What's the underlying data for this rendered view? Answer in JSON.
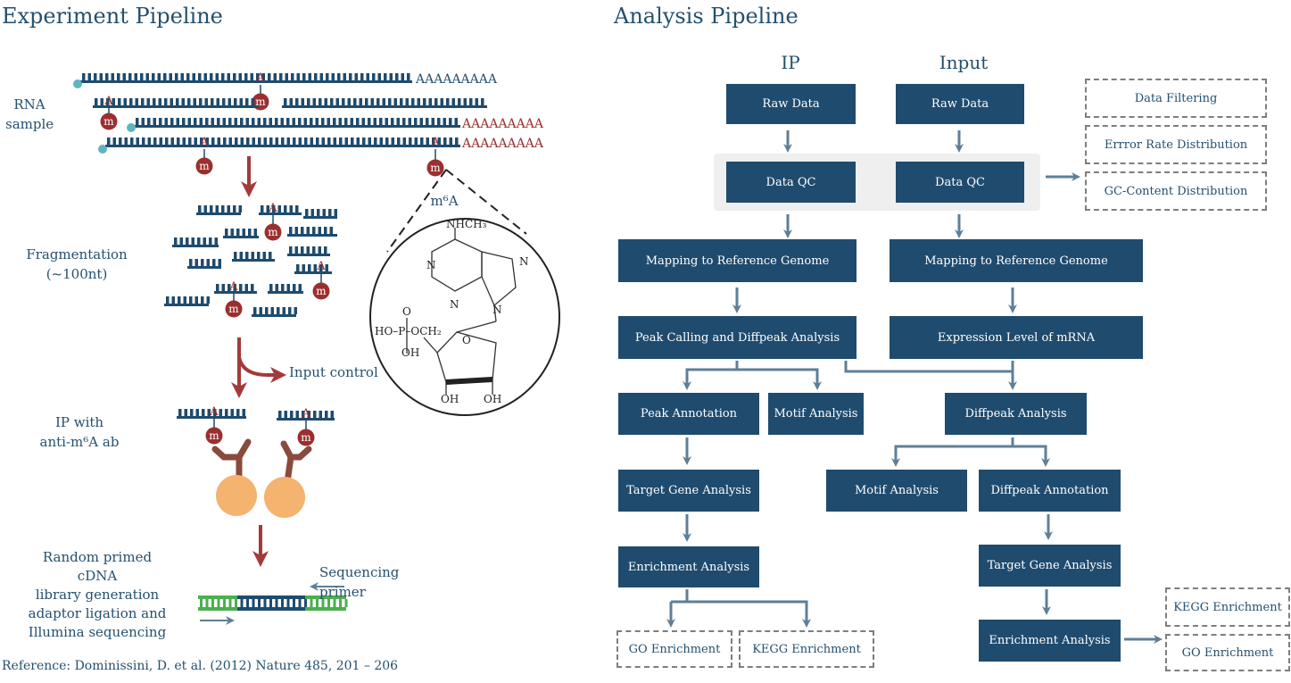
{
  "titles": {
    "experiment": "Experiment Pipeline",
    "analysis": "Analysis Pipeline"
  },
  "experiment": {
    "rna_sample": "RNA\nsample",
    "fragmentation": "Fragmentation\n(~100nt)",
    "input_control": "Input control",
    "ip_with": "IP with\nanti-m⁶A ab",
    "cdna": "Random primed cDNA\nlibrary generation\nadaptor ligation and\nIllumina sequencing",
    "sequencing_primer": "Sequencing primer",
    "polyA": "AAAAAAAAA",
    "m_label": "m",
    "a_label": "A",
    "m6a": "m⁶A",
    "reference": "Reference: Dominissini, D. et al. (2012) Nature 485, 201 – 206",
    "chem": {
      "nhch3": "NHCH₃",
      "n": "N",
      "o": "O",
      "p": "P",
      "ho_p": "HO–P–OCH₂",
      "oh": "OH"
    }
  },
  "analysis": {
    "col_ip": "IP",
    "col_input": "Input",
    "raw_data_ip": "Raw Data",
    "raw_data_input": "Raw Data",
    "qc_ip": "Data QC",
    "qc_input": "Data QC",
    "qc_outputs": [
      "Data Filtering",
      "Errror Rate Distribution",
      "GC-Content Distribution"
    ],
    "mapping_ip": "Mapping to Reference Genome",
    "mapping_input": "Mapping to Reference Genome",
    "peak_calling": "Peak Calling and Diffpeak Analysis",
    "expression": "Expression Level of mRNA",
    "peak_annotation": "Peak Annotation",
    "motif_ip": "Motif Analysis",
    "diffpeak_analysis": "Diffpeak Analysis",
    "target_gene_ip": "Target Gene Analysis",
    "motif_diff": "Motif  Analysis",
    "diffpeak_annotation": "Diffpeak Annotation",
    "enrichment_ip": "Enrichment Analysis",
    "target_gene_diff": "Target Gene Analysis",
    "go_ip": "GO Enrichment",
    "kegg_ip": "KEGG Enrichment",
    "enrichment_diff": "Enrichment Analysis",
    "kegg_diff": "KEGG Enrichment",
    "go_diff": "GO Enrichment"
  },
  "colors": {
    "box": "#1f4b6e",
    "arrow": "#5f7f98",
    "red_arrow": "#a33a3a",
    "methyl": "#9b2f2f",
    "bead": "#f4b36e",
    "antibody": "#8a4a3c",
    "green": "#4caf50",
    "teal_dot": "#5fb5c0"
  }
}
